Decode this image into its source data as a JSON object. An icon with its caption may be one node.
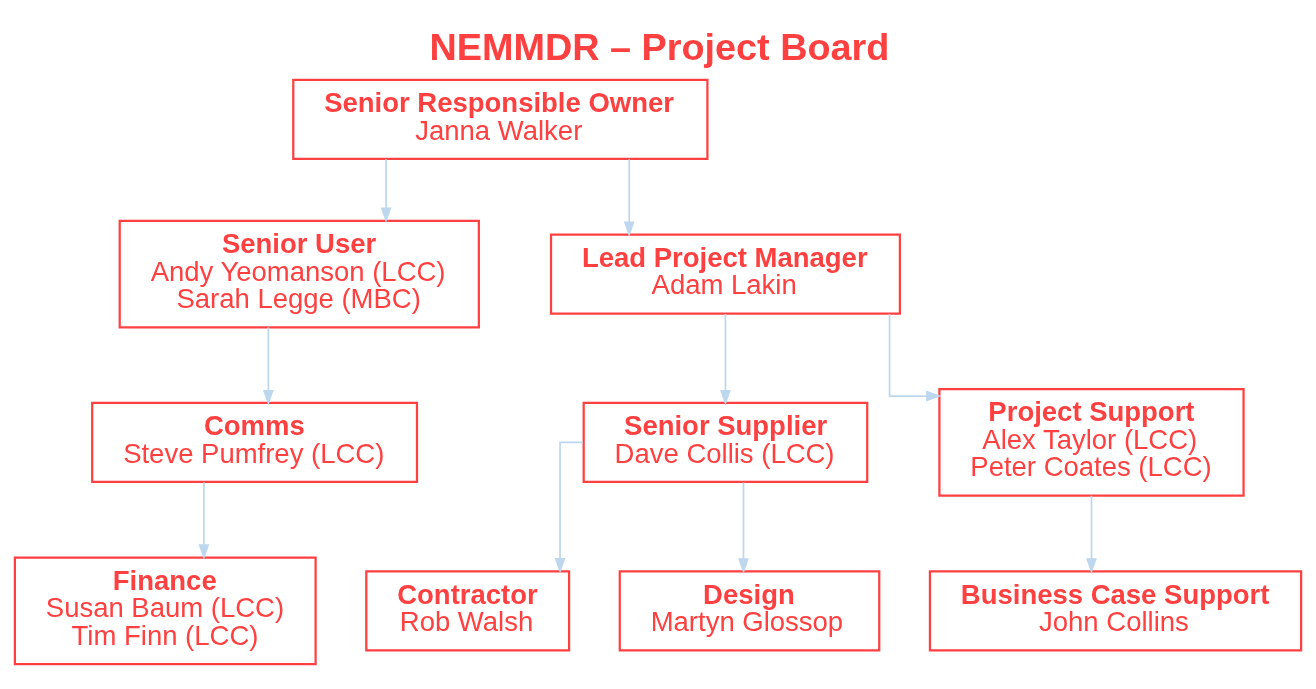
{
  "diagram": {
    "title": "NEMMDR – Project Board",
    "nodes": [
      {
        "text": [
          "Senior Responsible Owner",
          "Janna Walker"
        ]
      },
      {
        "text": [
          "Senior User",
          "Andy Yeomanson (LCC)",
          "Sarah Legge (MBC)"
        ]
      },
      {
        "text": [
          "Lead Project Manager",
          "Adam Lakin"
        ]
      },
      {
        "text": [
          "Comms",
          "Steve Pumfrey (LCC)"
        ]
      },
      {
        "text": [
          "Senior Supplier",
          "Dave Collis (LCC)"
        ]
      },
      {
        "text": [
          "Project Support",
          "Alex Taylor (LCC)",
          "Peter Coates (LCC)"
        ]
      },
      {
        "text": [
          "Finance",
          "Susan Baum (LCC)",
          "Tim Finn (LCC)"
        ]
      },
      {
        "text": [
          "Contractor",
          "Rob Walsh"
        ]
      },
      {
        "text": [
          "Design",
          "Martyn Glossop"
        ]
      },
      {
        "text": [
          "Business Case Support",
          "John Collins"
        ]
      }
    ],
    "edges": [
      {
        "from": 0,
        "to": 1,
        "arrow": "to"
      },
      {
        "from": 0,
        "to": 2,
        "arrow": "to"
      },
      {
        "from": 1,
        "to": 3,
        "arrow": "to"
      },
      {
        "from": 3,
        "to": 6,
        "arrow": "to"
      },
      {
        "from": 2,
        "to": 4,
        "arrow": "to"
      },
      {
        "from": 2,
        "to": 5,
        "arrow": "to"
      },
      {
        "from": 4,
        "to": 7,
        "arrow": "to"
      },
      {
        "from": 4,
        "to": 8,
        "arrow": "to"
      },
      {
        "from": 5,
        "to": 9,
        "arrow": "to"
      }
    ]
  }
}
